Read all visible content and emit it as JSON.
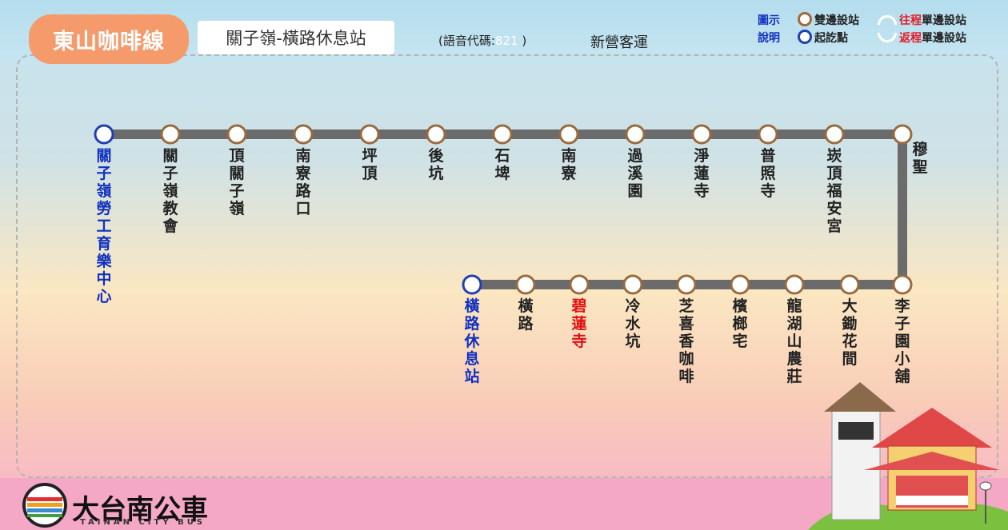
{
  "header": {
    "route_name": "東山咖啡線",
    "route_endpoints": "關子嶺-橫路休息站",
    "voice_code_label": "(語音代碼:",
    "voice_code_value": "821",
    "voice_code_close": ")",
    "operator": "新營客運"
  },
  "legend": {
    "label_top": "圖示",
    "label_bottom": "說明",
    "both_ways": "雙邊設站",
    "start_end": "起訖點",
    "outbound_prefix": "往程",
    "inbound_prefix": "返程",
    "single_side": "單邊設站"
  },
  "colors": {
    "track": "#6b6b6b",
    "stop_ring": "#9a6b3f",
    "terminal_ring": "#2040b0",
    "highlight": "#e01010"
  },
  "stops_row1": [
    {
      "name": "關子嶺勞工育樂中心",
      "terminal": true
    },
    {
      "name": "關子嶺教會"
    },
    {
      "name": "頂關子嶺"
    },
    {
      "name": "南寮路口"
    },
    {
      "name": "坪頂"
    },
    {
      "name": "後坑"
    },
    {
      "name": "石埤"
    },
    {
      "name": "南寮"
    },
    {
      "name": "過溪園"
    },
    {
      "name": "淨蓮寺"
    },
    {
      "name": "普照寺"
    },
    {
      "name": "崁頂福安宮"
    },
    {
      "name": "穆聖"
    }
  ],
  "stops_row2": [
    {
      "name": "橫路休息站",
      "terminal": true
    },
    {
      "name": "橫路"
    },
    {
      "name": "碧蓮寺",
      "highlight": true
    },
    {
      "name": "冷水坑"
    },
    {
      "name": "芝喜香咖啡"
    },
    {
      "name": "檳榔宅"
    },
    {
      "name": "龍湖山農莊"
    },
    {
      "name": "大鋤花間"
    },
    {
      "name": "李子園小舖"
    }
  ],
  "brand": {
    "name": "大台南公車",
    "sub": "TAINAN CITY BUS"
  }
}
